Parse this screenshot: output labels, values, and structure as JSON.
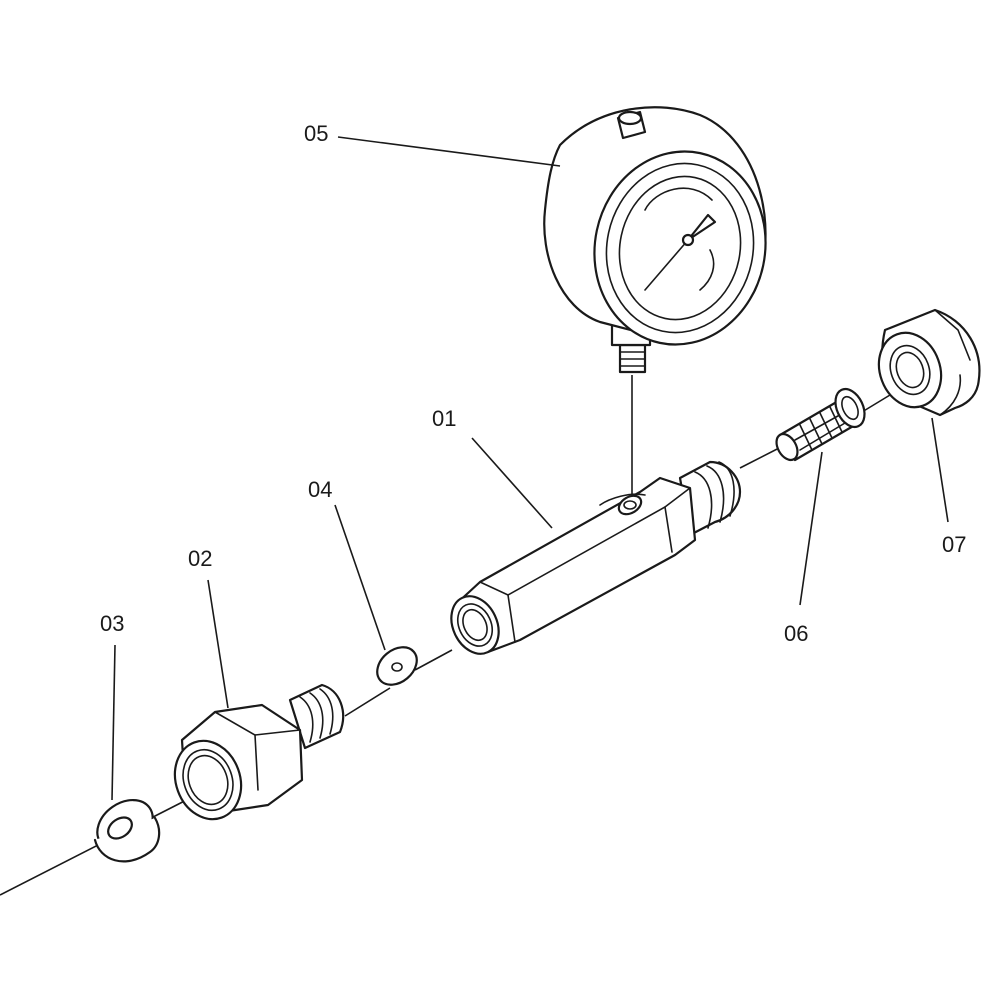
{
  "callouts": {
    "p01": "01",
    "p02": "02",
    "p03": "03",
    "p04": "04",
    "p05": "05",
    "p06": "06",
    "p07": "07"
  },
  "parts": [
    {
      "id": "01",
      "description_icon": "hex-body-icon"
    },
    {
      "id": "02",
      "description_icon": "hex-nut-fitting-icon"
    },
    {
      "id": "03",
      "description_icon": "washer-icon"
    },
    {
      "id": "04",
      "description_icon": "small-washer-icon"
    },
    {
      "id": "05",
      "description_icon": "pressure-gauge-icon"
    },
    {
      "id": "06",
      "description_icon": "filter-screen-icon"
    },
    {
      "id": "07",
      "description_icon": "cap-nut-icon"
    }
  ],
  "colors": {
    "line": "#1a1a1a",
    "background": "#ffffff"
  }
}
